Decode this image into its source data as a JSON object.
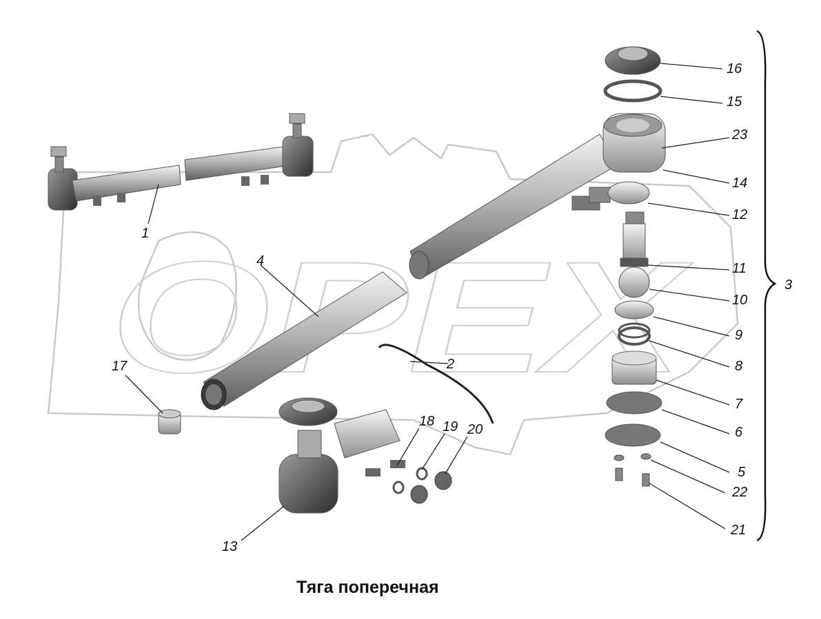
{
  "title": "Тяга поперечная",
  "watermark": "OPEX",
  "group_label": "3",
  "callouts": [
    {
      "id": "c1",
      "text": "1"
    },
    {
      "id": "c2",
      "text": "2"
    },
    {
      "id": "c3",
      "text": "4"
    },
    {
      "id": "c4",
      "text": "16"
    },
    {
      "id": "c5",
      "text": "15"
    },
    {
      "id": "c6",
      "text": "23"
    },
    {
      "id": "c7",
      "text": "14"
    },
    {
      "id": "c8",
      "text": "12"
    },
    {
      "id": "c9",
      "text": "11"
    },
    {
      "id": "c10",
      "text": "10"
    },
    {
      "id": "c11",
      "text": "9"
    },
    {
      "id": "c12",
      "text": "8"
    },
    {
      "id": "c13",
      "text": "7"
    },
    {
      "id": "c14",
      "text": "6"
    },
    {
      "id": "c15",
      "text": "5"
    },
    {
      "id": "c16",
      "text": "22"
    },
    {
      "id": "c17",
      "text": "21"
    },
    {
      "id": "c18",
      "text": "17"
    },
    {
      "id": "c19",
      "text": "18"
    },
    {
      "id": "c20",
      "text": "19"
    },
    {
      "id": "c21",
      "text": "20"
    },
    {
      "id": "c22",
      "text": "13"
    }
  ]
}
